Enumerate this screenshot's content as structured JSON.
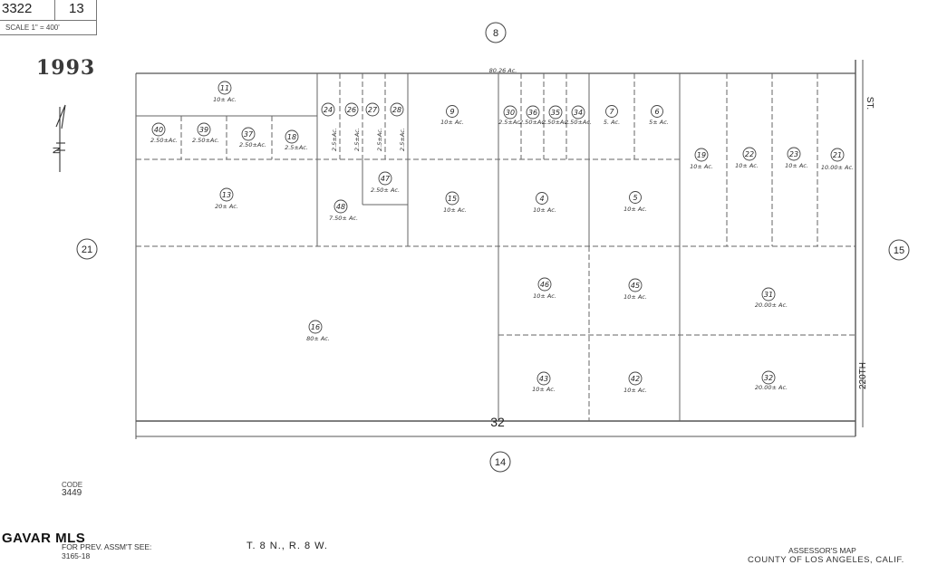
{
  "header": {
    "map_number": "3322",
    "page_number": "13",
    "scale": "SCALE 1\" = 400'",
    "year": "1993"
  },
  "adjacent_pages": [
    {
      "id": "top",
      "label": "8"
    },
    {
      "id": "left",
      "label": "21"
    },
    {
      "id": "right",
      "label": "15"
    },
    {
      "id": "bottom",
      "label": "14"
    }
  ],
  "section_number": "32",
  "north_arrow_label": "N",
  "top_dimension": "80.26 Ac.",
  "street_labels": {
    "top": "ST.",
    "bottom": "220TH"
  },
  "parcels": [
    {
      "id": "p11",
      "number": "11",
      "acreage": "10± Ac."
    },
    {
      "id": "p40",
      "number": "40",
      "acreage": "2.50±Ac."
    },
    {
      "id": "p39",
      "number": "39",
      "acreage": "2.50±Ac."
    },
    {
      "id": "p37",
      "number": "37",
      "acreage": "2.50±Ac."
    },
    {
      "id": "p18",
      "number": "18",
      "acreage": "2.5±Ac."
    },
    {
      "id": "p24",
      "number": "24",
      "acreage": "2.5±Ac."
    },
    {
      "id": "p26",
      "number": "26",
      "acreage": "2.5±Ac."
    },
    {
      "id": "p27",
      "number": "27",
      "acreage": "2.5±Ac."
    },
    {
      "id": "p28",
      "number": "28",
      "acreage": "2.5±Ac."
    },
    {
      "id": "p9",
      "number": "9",
      "acreage": "10± Ac."
    },
    {
      "id": "p30",
      "number": "30",
      "acreage": "2.5±Ac."
    },
    {
      "id": "p36",
      "number": "36",
      "acreage": "2.50±Ac."
    },
    {
      "id": "p35",
      "number": "35",
      "acreage": "2.50±Ac."
    },
    {
      "id": "p34",
      "number": "34",
      "acreage": "2.50±Ac."
    },
    {
      "id": "p7",
      "number": "7",
      "acreage": "5. Ac."
    },
    {
      "id": "p6",
      "number": "6",
      "acreage": "5± Ac."
    },
    {
      "id": "p19",
      "number": "19",
      "acreage": "10± Ac."
    },
    {
      "id": "p22",
      "number": "22",
      "acreage": "10± Ac."
    },
    {
      "id": "p23",
      "number": "23",
      "acreage": "10± Ac."
    },
    {
      "id": "p21",
      "number": "21",
      "acreage": "10.00± Ac."
    },
    {
      "id": "p47",
      "number": "47",
      "acreage": "2.50± Ac."
    },
    {
      "id": "p13",
      "number": "13",
      "acreage": "20± Ac."
    },
    {
      "id": "p48",
      "number": "48",
      "acreage": "7.50± Ac."
    },
    {
      "id": "p15",
      "number": "15",
      "acreage": "10± Ac."
    },
    {
      "id": "p4",
      "number": "4",
      "acreage": "10± Ac."
    },
    {
      "id": "p5",
      "number": "5",
      "acreage": "10± Ac."
    },
    {
      "id": "p16",
      "number": "16",
      "acreage": "80± Ac."
    },
    {
      "id": "p46",
      "number": "46",
      "acreage": "10± Ac."
    },
    {
      "id": "p45",
      "number": "45",
      "acreage": "10± Ac."
    },
    {
      "id": "p31",
      "number": "31",
      "acreage": "20.00± Ac."
    },
    {
      "id": "p43",
      "number": "43",
      "acreage": "10± Ac."
    },
    {
      "id": "p42",
      "number": "42",
      "acreage": "10± Ac."
    },
    {
      "id": "p32",
      "number": "32",
      "acreage": "20.00± Ac."
    }
  ],
  "code": {
    "label": "CODE",
    "value": "3449"
  },
  "footer": {
    "watermark": "GAVAR MLS",
    "prev_assessment_label": "FOR PREV. ASSM'T SEE:",
    "prev_assessment_value": "3165-18",
    "township": "T. 8 N., R. 8 W.",
    "assessor_title": "ASSESSOR'S MAP",
    "assessor_county": "COUNTY OF LOS ANGELES, CALIF."
  }
}
